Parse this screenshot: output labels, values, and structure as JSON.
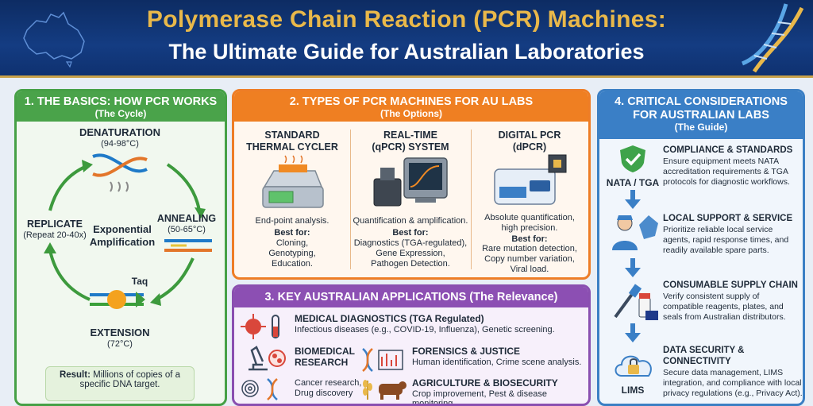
{
  "header": {
    "title_line1": "Polymerase Chain Reaction (PCR) Machines:",
    "title_line2": "The Ultimate Guide for Australian Laboratories"
  },
  "section1": {
    "title": "1. THE BASICS: HOW PCR WORKS",
    "subtitle": "(The Cycle)",
    "denaturation": "DENATURATION",
    "denaturation_temp": "(94-98°C)",
    "annealing": "ANNEALING",
    "annealing_temp": "(50-65°C)",
    "extension": "EXTENSION",
    "extension_temp": "(72°C)",
    "replicate": "REPLICATE",
    "replicate_note": "(Repeat 20-40x)",
    "center_line1": "Exponential",
    "center_line2": "Amplification",
    "taq": "Taq",
    "result_label": "Result:",
    "result_text": " Millions of copies of a",
    "result_text2": "specific DNA target."
  },
  "section2": {
    "title": "2. TYPES OF PCR MACHINES FOR AU LABS",
    "subtitle": "(The Options)",
    "machines": [
      {
        "name1": "STANDARD",
        "name2": "THERMAL CYCLER",
        "desc1": "End-point analysis.",
        "desc2": "",
        "best": "Best for:",
        "uses": [
          "Cloning,",
          "Genotyping,",
          "Education."
        ]
      },
      {
        "name1": "REAL-TIME",
        "name2": "(qPCR) SYSTEM",
        "desc1": "Quantification & amplification.",
        "desc2": "",
        "best": "Best for:",
        "uses": [
          "Diagnostics (TGA-regulated),",
          "Gene Expression,",
          "Pathogen Detection."
        ]
      },
      {
        "name1": "DIGITAL PCR",
        "name2": "(dPCR)",
        "desc1": "Absolute quantification,",
        "desc2": "high precision.",
        "best": "Best for:",
        "uses": [
          "Rare mutation detection,",
          "Copy number variation,",
          "Viral load."
        ]
      }
    ]
  },
  "section3": {
    "title": "3. KEY AUSTRALIAN APPLICATIONS (The Relevance)",
    "medical_title": "MEDICAL DIAGNOSTICS (TGA Regulated)",
    "medical_desc": "Infectious diseases (e.g., COVID-19, Influenza), Genetic screening.",
    "biomed_title1": "BIOMEDICAL",
    "biomed_title2": "RESEARCH",
    "biomed_desc1": "Cancer research,",
    "biomed_desc2": "Drug discovery",
    "forensics_title": "FORENSICS & JUSTICE",
    "forensics_desc": "Human identification, Crime scene analysis.",
    "agri_title": "AGRICULTURE & BIOSECURITY",
    "agri_desc": "Crop improvement, Pest & disease monitoring."
  },
  "section4": {
    "title1": "4. CRITICAL CONSIDERATIONS",
    "title2": "FOR AUSTRALIAN LABS",
    "subtitle": "(The Guide)",
    "nata_label": "NATA / TGA",
    "lims_label": "LIMS",
    "items": [
      {
        "title": "COMPLIANCE & STANDARDS",
        "lines": [
          "Ensure equipment meets NATA",
          "accreditation requirements & TGA",
          "protocols for diagnostic workflows."
        ]
      },
      {
        "title": "LOCAL SUPPORT & SERVICE",
        "lines": [
          "Prioritize reliable local service",
          "agents, rapid response times, and",
          "readily available spare parts."
        ]
      },
      {
        "title": "CONSUMABLE SUPPLY CHAIN",
        "lines": [
          "Verify consistent supply of",
          "compatible reagents, plates, and",
          "seals from Australian distributors."
        ]
      },
      {
        "title": "DATA SECURITY &",
        "title2": "CONNECTIVITY",
        "lines": [
          "Secure data management, LIMS",
          "integration, and compliance with local",
          "privacy regulations (e.g., Privacy Act)."
        ]
      }
    ]
  },
  "colors": {
    "navy": "#0d2c63",
    "gold": "#e9b84a",
    "green": "#46a046",
    "orange": "#ef7f22",
    "purple": "#8c4fb3",
    "blue": "#3a7fc6"
  }
}
